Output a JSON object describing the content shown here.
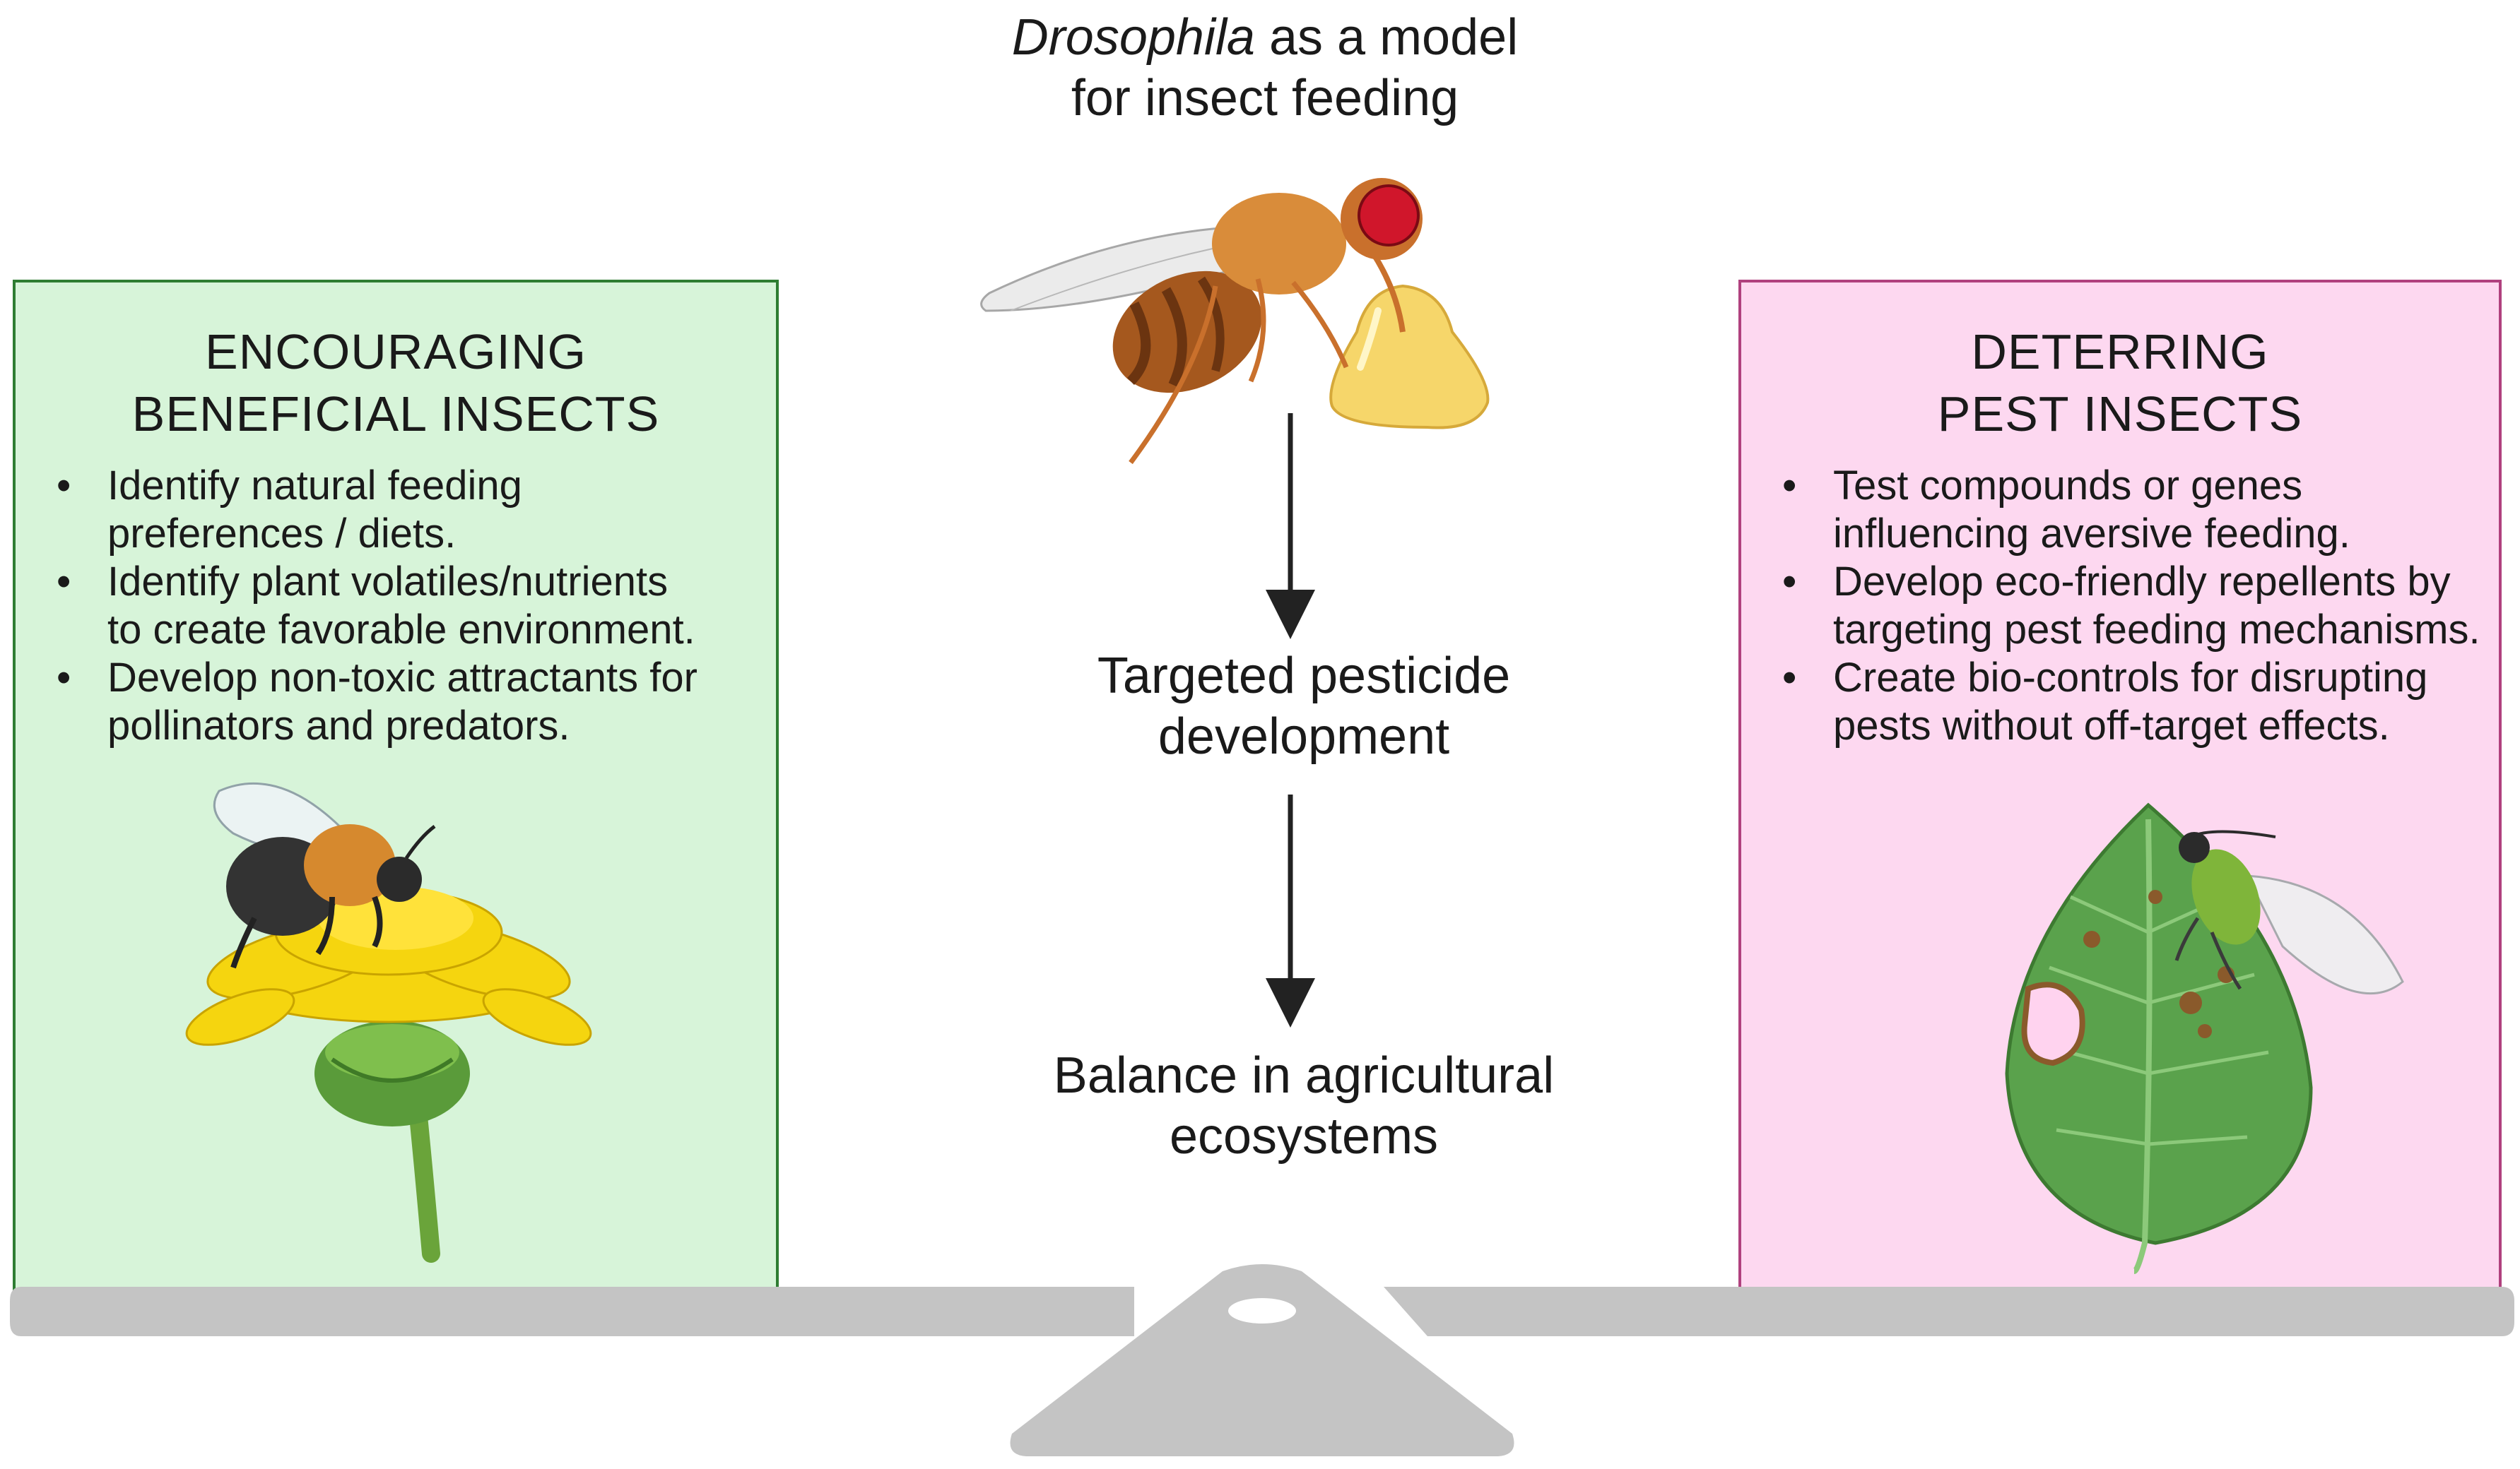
{
  "title": {
    "italic": "Drosophila",
    "rest": " as a model",
    "line2": "for insect feeding"
  },
  "left_panel": {
    "heading": [
      "ENCOURAGING",
      "BENEFICIAL INSECTS"
    ],
    "bullets": [
      [
        "Identify natural feeding",
        "preferences / diets."
      ],
      [
        "Identify plant volatiles/nutrients",
        "to create favorable environment."
      ],
      [
        "Develop non-toxic attractants for",
        "pollinators and predators."
      ]
    ],
    "color": "#d7f4d9",
    "border_color": "#2e7d32"
  },
  "right_panel": {
    "heading": [
      "DETERRING",
      "PEST INSECTS"
    ],
    "bullets": [
      [
        "Test compounds or genes",
        "influencing aversive feeding."
      ],
      [
        "Develop eco-friendly repellents by",
        "targeting pest feeding mechanisms."
      ],
      [
        "Create bio-controls for disrupting",
        "pests without off-target effects."
      ]
    ],
    "color": "#fdd8f0",
    "border_color": "#b0417e"
  },
  "center": {
    "step1": [
      "Targeted pesticide",
      "development"
    ],
    "step2": [
      "Balance in agricultural",
      "ecosystems"
    ]
  },
  "icons": {
    "fly": "drosophila-fly-icon",
    "food_drop": "food-drop-icon",
    "bee": "bumblebee-icon",
    "flower": "dandelion-flower-icon",
    "leaf": "damaged-leaf-icon",
    "pest": "aphid-pest-icon",
    "scale": "balance-scale-icon"
  }
}
